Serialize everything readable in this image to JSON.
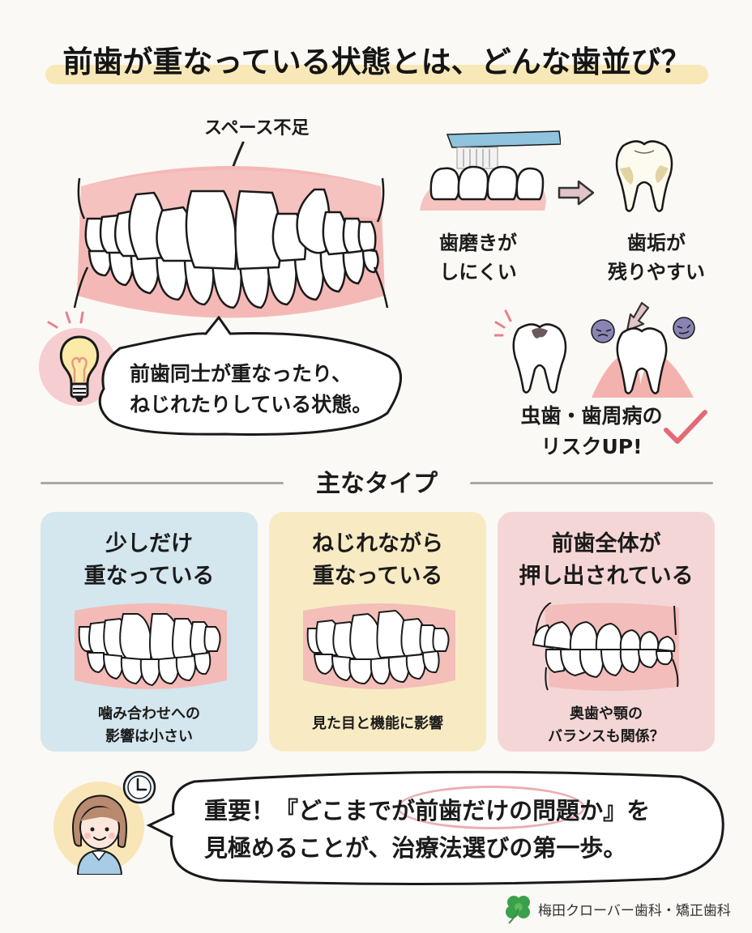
{
  "header": {
    "title": "前歯が重なっている状態とは、どんな歯並び？"
  },
  "main_illustration": {
    "annotation": "スペース不足",
    "icon": "teeth-crowding-illustration"
  },
  "definition_bubble": {
    "icon": "lightbulb-icon",
    "lines": [
      "前歯同士が重なったり、",
      "ねじれたりしている状態。"
    ]
  },
  "consequence_flow": {
    "step1": {
      "icon": "toothbrush-icon",
      "lines": [
        "歯磨きが",
        "しにくい"
      ]
    },
    "step2": {
      "icon": "plaque-tooth-icon",
      "lines": [
        "歯垢が",
        "残りやすい"
      ]
    },
    "step3": {
      "icons": [
        "cavity-tooth-icon",
        "periodontal-tooth-icon",
        "bacteria-icon"
      ],
      "lines": [
        "虫歯・歯周病の",
        "リスクUP!"
      ]
    }
  },
  "types_section": {
    "heading": "主なタイプ",
    "cards": [
      {
        "title_lines": [
          "少しだけ",
          "重なっている"
        ],
        "desc_lines": [
          "噛み合わせへの",
          "影響は小さい"
        ],
        "bg": "#d4e6ee"
      },
      {
        "title_lines": [
          "ねじれながら",
          "重なっている"
        ],
        "desc_lines": [
          "見た目と機能に影響"
        ],
        "bg": "#f8ebc4"
      },
      {
        "title_lines": [
          "前歯全体が",
          "押し出されている"
        ],
        "desc_lines": [
          "奥歯や顎の",
          "バランスも関係？"
        ],
        "bg": "#f5d6d6"
      }
    ]
  },
  "conclusion": {
    "line1_pre": "重要！『どこまでが",
    "line1_emph": "前歯だけの問題か",
    "line1_post": "』を",
    "line2": "見極めることが、治療法選びの第一歩。"
  },
  "footer": {
    "clinic_name": "梅田クローバー歯科・矯正歯科"
  },
  "colors": {
    "background": "#fbf9f5",
    "title_highlight": "#f7e5b0",
    "gum": "#f3b3b1",
    "accent_pink": "#e25c6a",
    "arrow": "#d9b8c0",
    "bacteria": "#7e7aa8"
  }
}
